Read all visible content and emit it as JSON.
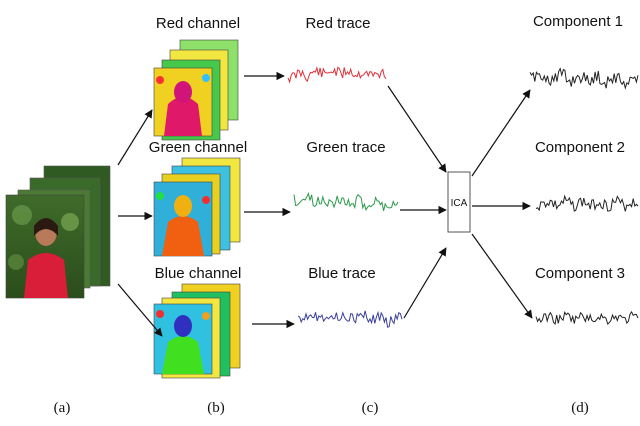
{
  "channels": [
    {
      "label": "Red channel",
      "trace": "Red trace",
      "color": "#e0303a"
    },
    {
      "label": "Green channel",
      "trace": "Green trace",
      "color": "#2c9a4a"
    },
    {
      "label": "Blue channel",
      "trace": "Blue trace",
      "color": "#3a3f9a"
    }
  ],
  "ica": {
    "label": "ICA"
  },
  "components": [
    "Component 1",
    "Component 2",
    "Component 3"
  ],
  "captions": {
    "a": "(a)",
    "b": "(b)",
    "c": "(c)",
    "d": "(d)"
  },
  "colors": {
    "arrow": "#111111",
    "component": "#222222"
  }
}
